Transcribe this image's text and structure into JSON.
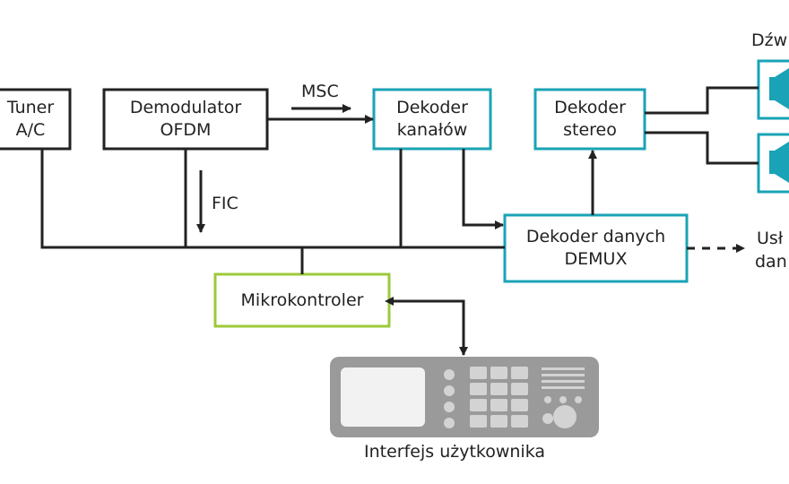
{
  "colors": {
    "black": "#222222",
    "teal": "#1aa3b6",
    "green": "#9cc93a",
    "device_body": "#9a9a9a",
    "device_screen": "#f2f2f2",
    "device_keys": "#d3d3d3"
  },
  "blocks": {
    "tuner": {
      "line1": "Tuner",
      "line2": "A/C"
    },
    "demodulator": {
      "line1": "Demodulator",
      "line2": "OFDM"
    },
    "channel_decoder": {
      "line1": "Dekoder",
      "line2": "kanałów"
    },
    "stereo_decoder": {
      "line1": "Dekoder",
      "line2": "stereo"
    },
    "data_decoder": {
      "line1": "Dekoder danych",
      "line2": "DEMUX"
    },
    "microcontroller": {
      "line1": "Mikrokontroler"
    }
  },
  "labels": {
    "msc": "MSC",
    "fic": "FIC",
    "sound": "Dźw",
    "services_line1": "Usł",
    "services_line2": "dan",
    "user_interface": "Interfejs użytkownika"
  },
  "icons": {
    "speaker_top": "speaker-icon",
    "speaker_bottom": "speaker-icon",
    "device": "radio-control-panel-icon"
  }
}
